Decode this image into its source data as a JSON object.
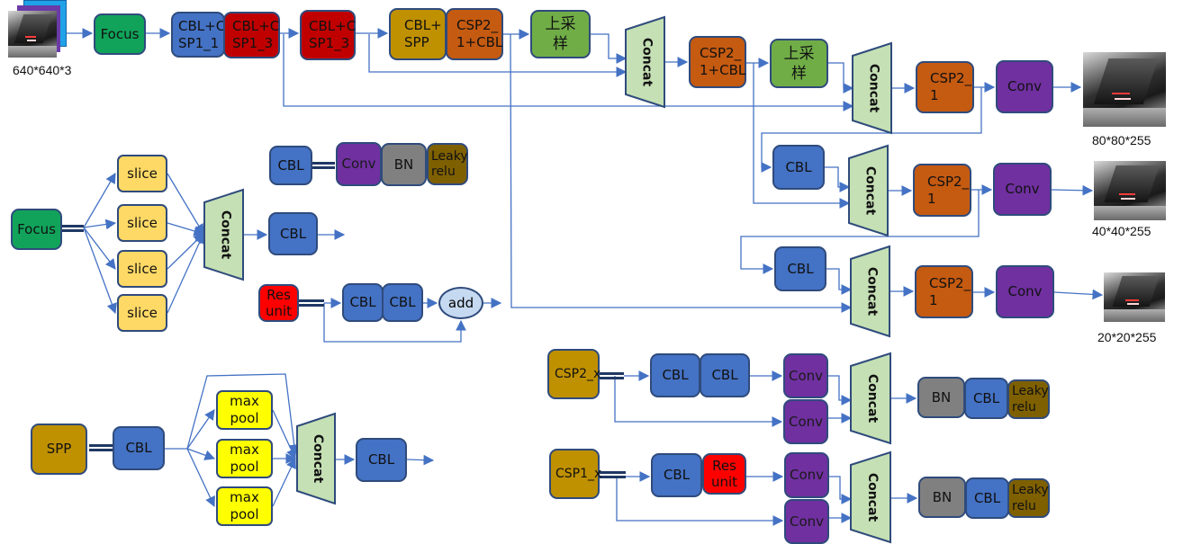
{
  "colors": {
    "focus": "#11a35a",
    "cbl": "#4472c4",
    "csp1": "#c00000",
    "spp": "#bf9000",
    "csp2": "#c55a11",
    "upsample": "#70ad47",
    "concat": "#c5e0b4",
    "conv": "#7030a0",
    "bn": "#808080",
    "leaky": "#7f6000",
    "slice": "#ffd966",
    "maxpool": "#ffff00",
    "resunit": "#ff0000",
    "add": "#c5d9f0",
    "wire": "#4472c4"
  },
  "main_network": {
    "input": {
      "label": "640*640*3",
      "icon": "image-stack-icon"
    },
    "backbone": {
      "focus": "Focus",
      "cbl_csp1_1": "CBL+C\nSP1_1",
      "cbl_csp1_3a": "CBL+C\nSP1_3",
      "cbl_csp1_3b": "CBL+C\nSP1_3",
      "cbl_spp": "CBL+\nSPP",
      "csp2_1_cbl": "CSP2_\n1+CBL"
    },
    "neck": {
      "upsample_1": "上采\n样",
      "concat_1": "Concat",
      "csp2_1_cbl_2": "CSP2_\n1+CBL",
      "upsample_2": "上采\n样",
      "concat_2": "Concat",
      "csp2_1_a": "CSP2_\n1",
      "cbl_a": "CBL",
      "concat_3": "Concat",
      "csp2_1_b": "CSP2_\n1",
      "cbl_b": "CBL",
      "concat_4": "Concat",
      "csp2_1_c": "CSP2_\n1"
    },
    "heads": [
      {
        "conv": "Conv",
        "output": "80*80*255"
      },
      {
        "conv": "Conv",
        "output": "40*40*255"
      },
      {
        "conv": "Conv",
        "output": "20*20*255"
      }
    ]
  },
  "legend_cbl": {
    "name": "CBL",
    "parts": [
      "Conv",
      "BN",
      "Leaky\nrelu"
    ]
  },
  "legend_focus": {
    "name": "Focus",
    "slices": [
      "slice",
      "slice",
      "slice",
      "slice"
    ],
    "concat": "Concat",
    "out": "CBL"
  },
  "legend_resunit": {
    "name": "Res\nunit",
    "parts": [
      "CBL",
      "CBL"
    ],
    "add": "add"
  },
  "legend_spp": {
    "name": "SPP",
    "cbl_in": "CBL",
    "pools": [
      "max\npool",
      "max\npool",
      "max\npool"
    ],
    "concat": "Concat",
    "cbl_out": "CBL"
  },
  "legend_csp2": {
    "name": "CSP2_x",
    "branch_top": [
      "CBL",
      "CBL"
    ],
    "conv_top": "Conv",
    "conv_bottom": "Conv",
    "concat": "Concat",
    "tail": [
      "BN",
      "CBL",
      "Leaky\nrelu"
    ]
  },
  "legend_csp1": {
    "name": "CSP1_x",
    "branch_top": [
      "CBL",
      "Res\nunit"
    ],
    "conv_top": "Conv",
    "conv_bottom": "Conv",
    "concat": "Concat",
    "tail": [
      "BN",
      "CBL",
      "Leaky\nrelu"
    ]
  }
}
